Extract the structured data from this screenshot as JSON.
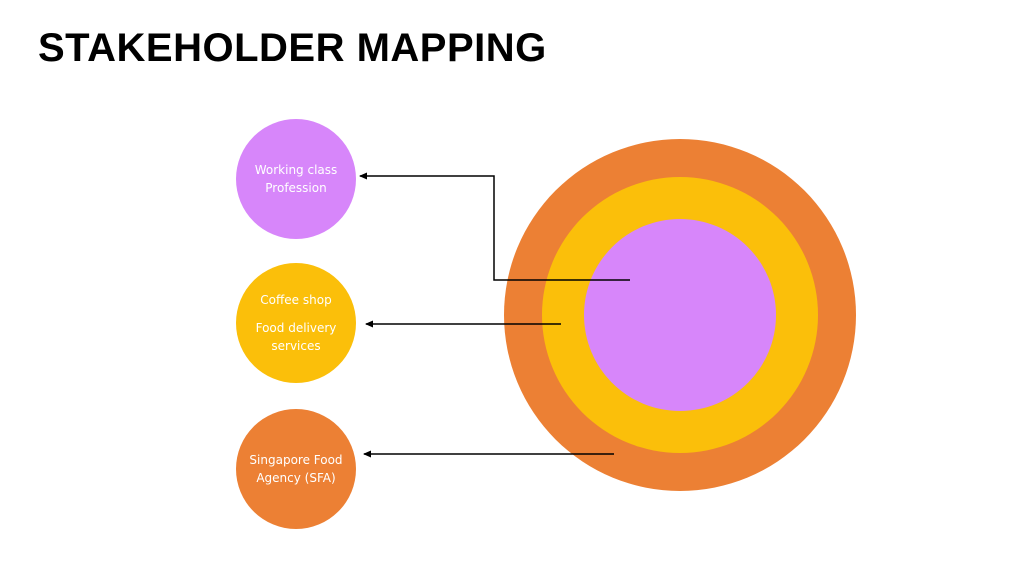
{
  "title": "STAKEHOLDER MAPPING",
  "colors": {
    "purple": "#D786FA",
    "yellow": "#FBBF0A",
    "orange": "#EC8034",
    "arrow": "#000000"
  },
  "stakeholders": [
    {
      "ring": "inner",
      "lines": [
        "Working class",
        "Profession"
      ]
    },
    {
      "ring": "middle",
      "lines": [
        "Coffee shop",
        "Food delivery",
        "services"
      ]
    },
    {
      "ring": "outer",
      "lines": [
        "Singapore Food",
        "Agency (SFA)"
      ]
    }
  ]
}
